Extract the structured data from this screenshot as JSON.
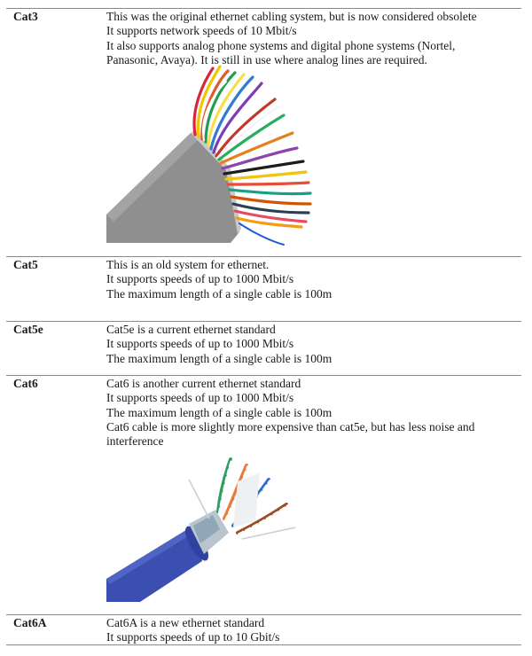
{
  "rows": [
    {
      "label": "Cat3",
      "lines": [
        "This was the original ethernet cabling system, but is now considered obsolete",
        "It supports network speeds of 10 Mbit/s",
        "It also supports analog phone systems and digital phone systems (Nortel,",
        "Panasonic, Avaya).  It is still in use where analog lines are required."
      ],
      "image": "multi-pair-grey-telephone-cable-photo"
    },
    {
      "label": "Cat5",
      "lines": [
        "This is an old system for ethernet.",
        "It supports speeds of up to 1000 Mbit/s",
        "The maximum length of a single cable is 100m"
      ]
    },
    {
      "label": "Cat5e",
      "lines": [
        "Cat5e is a current ethernet standard",
        "It supports speeds of up to 1000 Mbit/s",
        "The maximum length of a single cable is 100m"
      ]
    },
    {
      "label": "Cat6",
      "lines": [
        "Cat6 is another current ethernet standard",
        "It supports speeds of up to 1000 Mbit/s",
        "The maximum length of a single cable is 100m",
        "Cat6 cable is more slightly more expensive than cat5e, but has less noise and",
        "interference"
      ],
      "image": "blue-shielded-cat6-cable-photo"
    },
    {
      "label": "Cat6A",
      "lines": [
        "Cat6A is a new ethernet standard",
        "It supports speeds of up to 10 Gbit/s"
      ]
    }
  ],
  "colors": {
    "rule": "#8a8a8a",
    "cat3_jacket": "#8e8e8e",
    "cat6_jacket": "#3a4fb0"
  }
}
